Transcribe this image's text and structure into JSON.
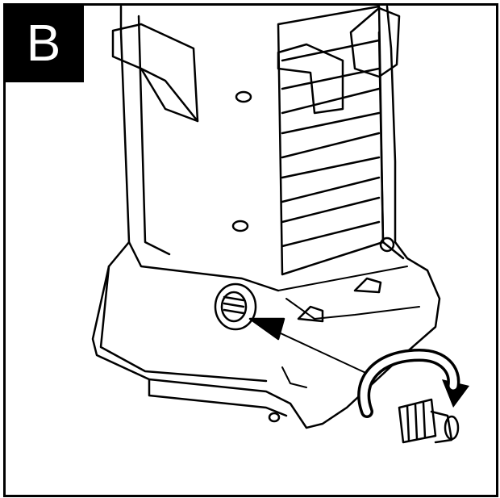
{
  "figure": {
    "step_label": "B",
    "depicts": {
      "device": "pressure-washer-base",
      "part": "hose-coupling",
      "action": "screw-on-clockwise"
    }
  },
  "colors": {
    "ink": "#000000",
    "paper": "#ffffff"
  }
}
